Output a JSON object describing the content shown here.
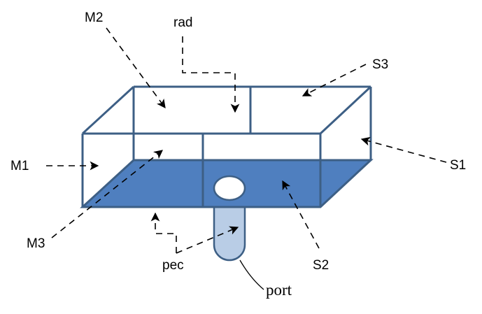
{
  "labels": {
    "m1": "M1",
    "m2": "M2",
    "m3": "M3",
    "s1": "S1",
    "s2": "S2",
    "s3": "S3",
    "rad": "rad",
    "pec": "pec",
    "port": "port"
  },
  "colors": {
    "box_edge": "#3d5f85",
    "bottom_face": "#4f7fbf",
    "port_fill": "#b9cde6",
    "port_hole": "#ffffff",
    "arrow": "#000000"
  }
}
